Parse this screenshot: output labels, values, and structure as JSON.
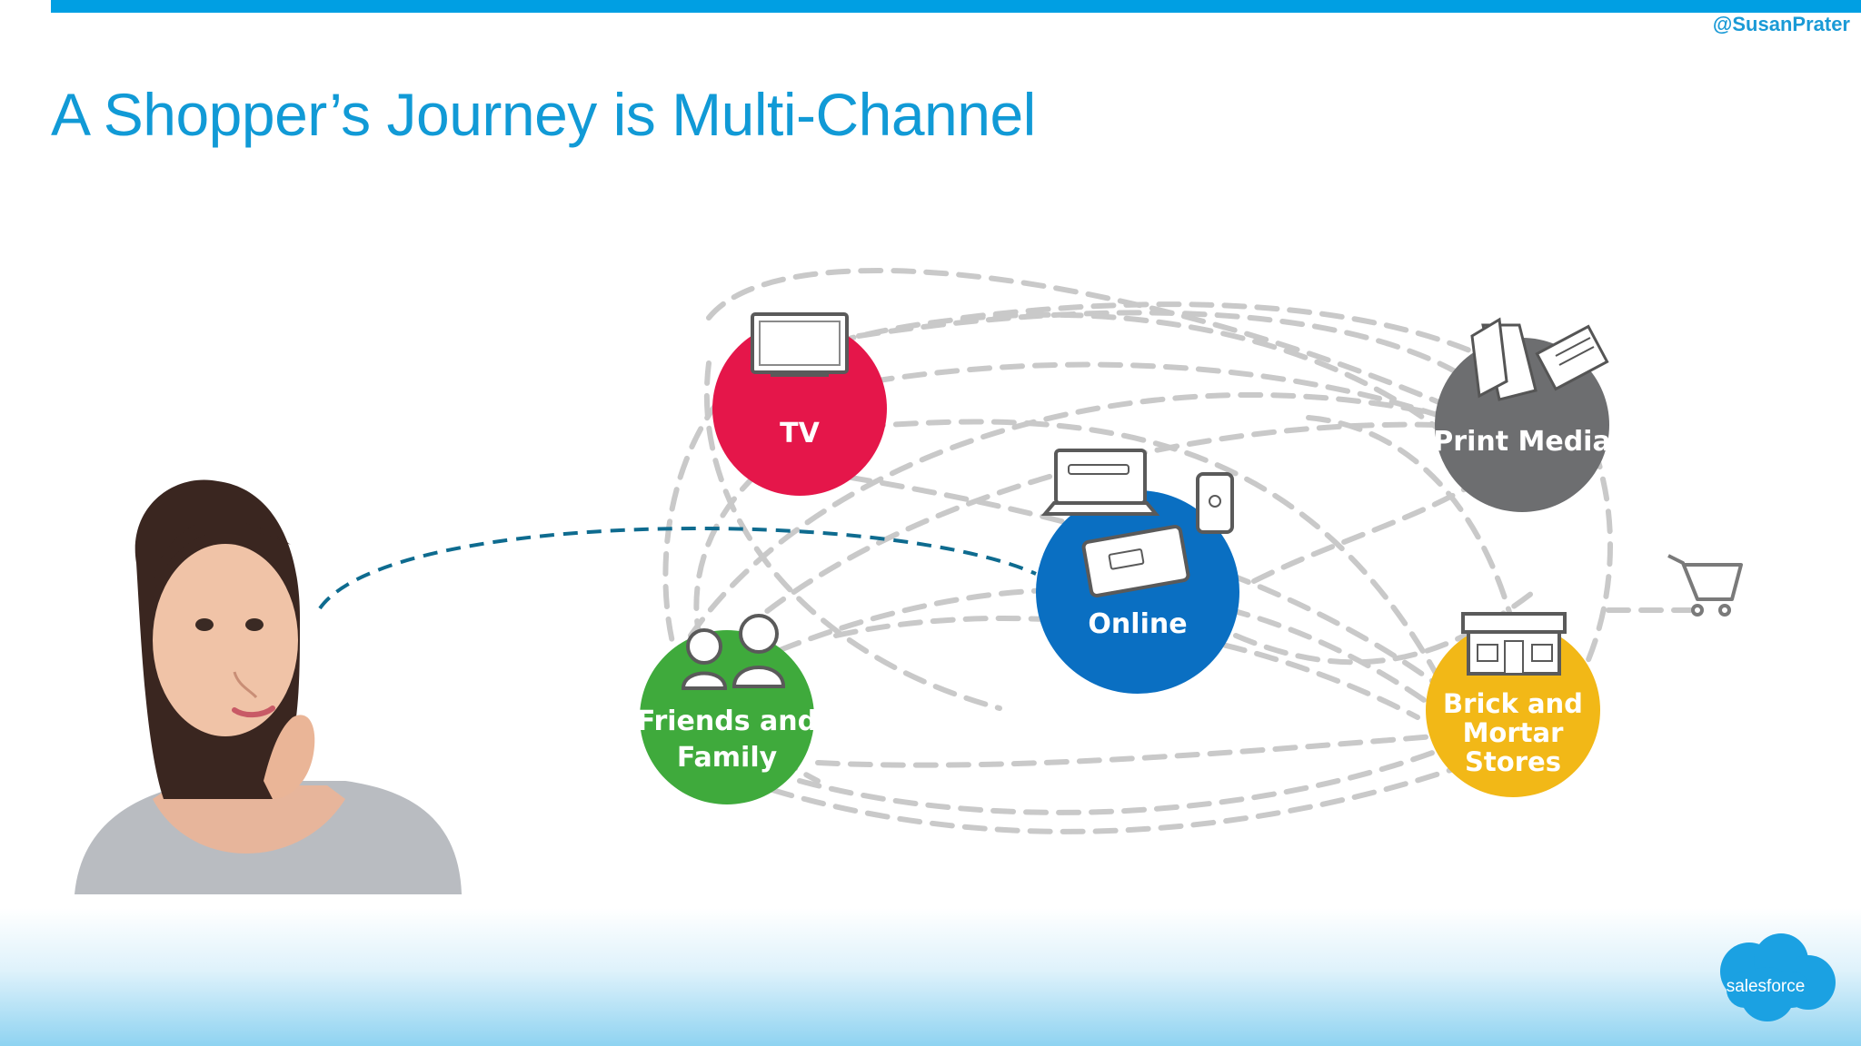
{
  "slide": {
    "handle": "@SusanPrater",
    "title": "A Shopper’s Journey is Multi-Channel",
    "logo_text": "salesforce"
  },
  "nodes": {
    "tv": {
      "label_lines": [
        "TV"
      ],
      "icon": "tv-icon",
      "color": "#e5164a"
    },
    "print": {
      "label_lines": [
        "Print Media"
      ],
      "icon": "newspaper-icon",
      "color": "#6d6e70"
    },
    "online": {
      "label_lines": [
        "Online"
      ],
      "icon": "devices-icon",
      "color": "#0a6fc2"
    },
    "friends": {
      "label_lines": [
        "Friends and",
        "Family"
      ],
      "icon": "people-icon",
      "color": "#3faa3c"
    },
    "brick": {
      "label_lines": [
        "Brick and",
        "Mortar",
        "Stores"
      ],
      "icon": "storefront-icon",
      "color": "#f2b817"
    }
  },
  "cart": {
    "icon": "shopping-cart-icon"
  },
  "shopper": {
    "icon": "shopper-woman-illustration"
  },
  "colors": {
    "accent": "#009fe3",
    "dashed_path": "#0e6b8f",
    "connector": "#c9c9c9"
  }
}
